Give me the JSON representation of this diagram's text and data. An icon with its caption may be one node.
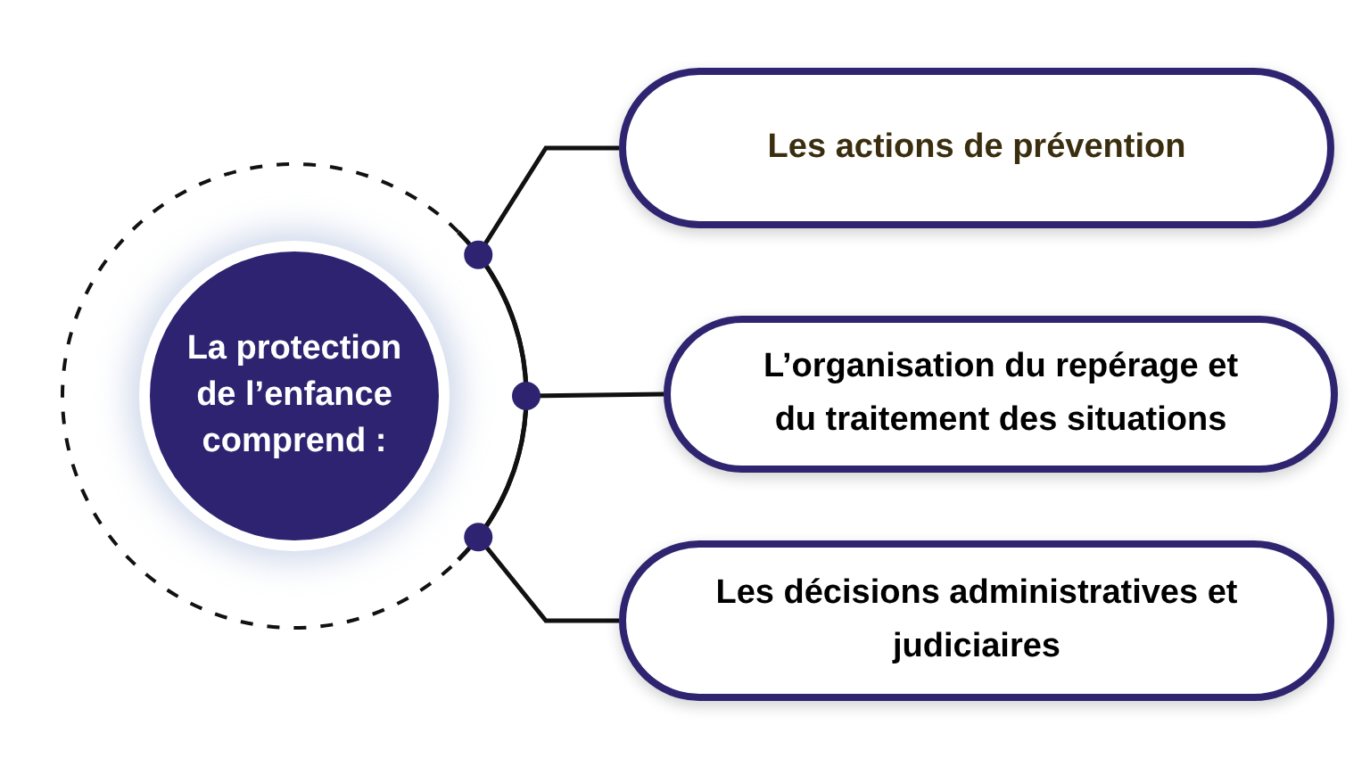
{
  "diagram": {
    "nodes": [
      {
        "text": [],
        "shape": "circle"
      },
      {
        "text": [
          "La protection de l’enfance comprend :"
        ],
        "in": 0
      },
      {
        "text": [
          "Les actions de prévention"
        ]
      },
      {
        "text": [
          "L’organisation du repérage et du traitement des situations"
        ]
      },
      {
        "text": [
          "Les décisions administratives et judiciaires"
        ]
      }
    ],
    "edges": [
      {
        "from": 0,
        "to": 2,
        "arrow": "none"
      },
      {
        "from": 0,
        "to": 3,
        "arrow": "none"
      },
      {
        "from": 0,
        "to": 4,
        "arrow": "none"
      }
    ]
  }
}
